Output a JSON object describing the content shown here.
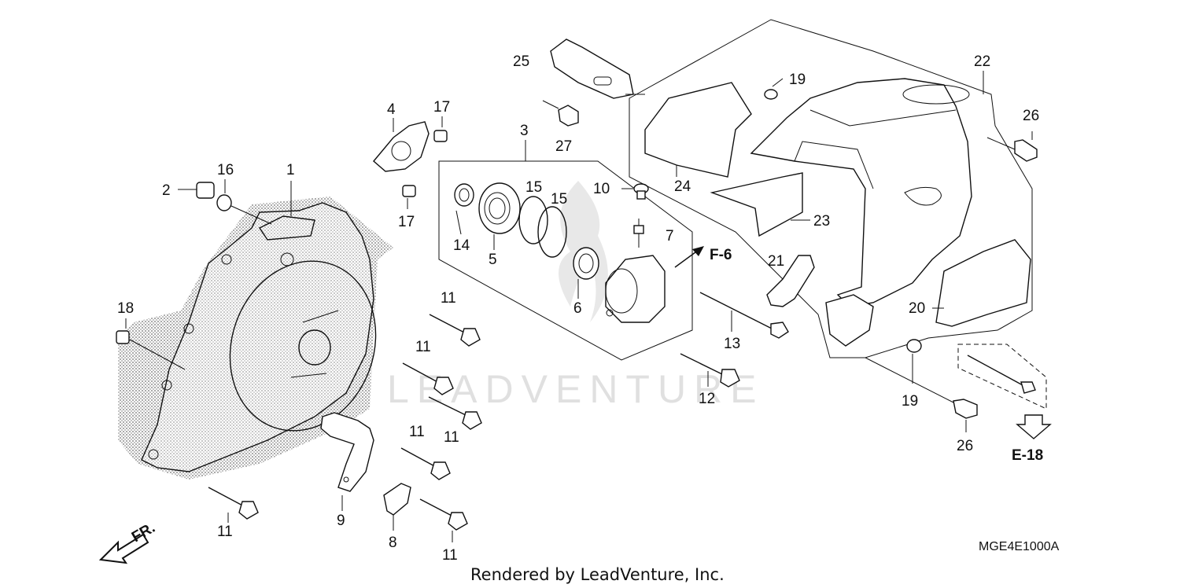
{
  "diagram": {
    "callouts": {
      "c1": "1",
      "c2": "2",
      "c3": "3",
      "c4": "4",
      "c5": "5",
      "c6": "6",
      "c7": "7",
      "c8": "8",
      "c9": "9",
      "c10": "10",
      "c12": "12",
      "c13": "13",
      "c14": "14",
      "c15a": "15",
      "c15b": "15",
      "c16": "16",
      "c17a": "17",
      "c17b": "17",
      "c18": "18",
      "c19a": "19",
      "c19b": "19",
      "c20": "20",
      "c21": "21",
      "c22": "22",
      "c23": "23",
      "c24": "24",
      "c25": "25",
      "c26a": "26",
      "c26b": "26",
      "c27": "27",
      "c11a": "11",
      "c11b": "11",
      "c11c": "11",
      "c11d": "11",
      "c11e": "11",
      "c11f": "11"
    },
    "refs": {
      "f6": "F-6",
      "e18": "E-18",
      "front": "FR."
    },
    "watermark": "LEADVENTURE",
    "diagram_code": "MGE4E1000A"
  },
  "footer": {
    "credit": "Rendered by LeadVenture, Inc."
  }
}
